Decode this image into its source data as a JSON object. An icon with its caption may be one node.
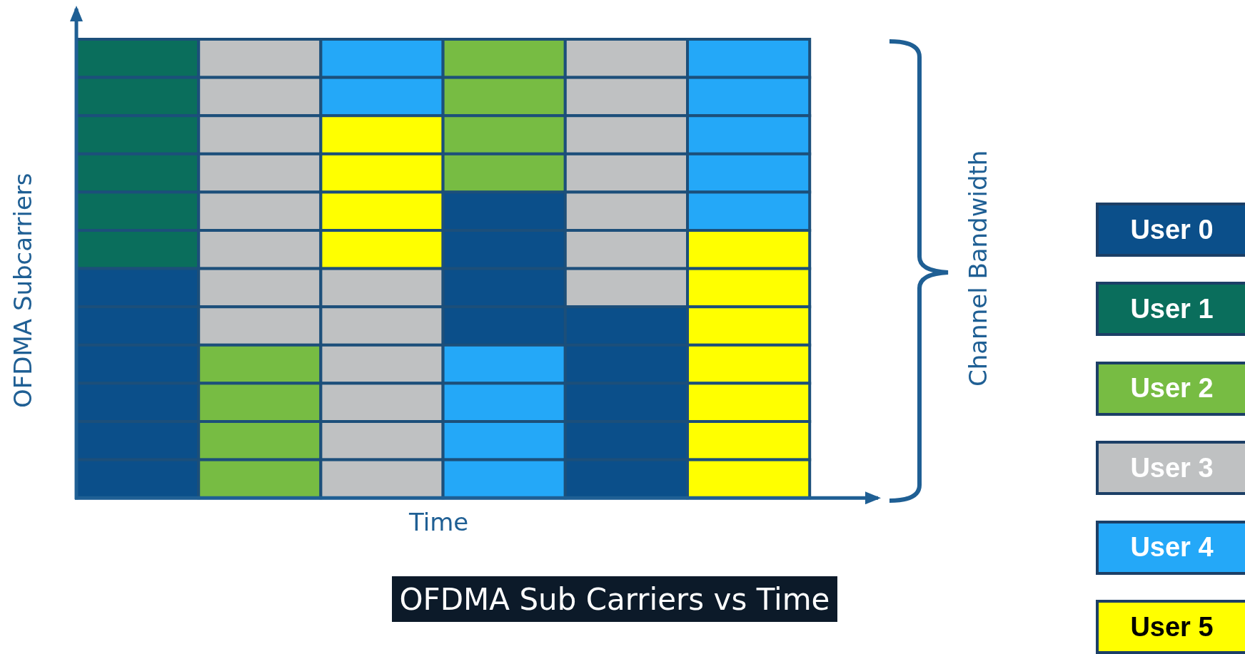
{
  "diagram": {
    "caption": "OFDMA Sub Carriers vs Time",
    "labels": [
      "OFDMA Subcarriers",
      "Time",
      "Channel Bandwidth"
    ],
    "legend": [
      {
        "text": "User 0",
        "color": "#0b4f8a"
      },
      {
        "text": "User 1",
        "color": "#0a6e5c"
      },
      {
        "text": "User 2",
        "color": "#77bc43"
      },
      {
        "text": "User 3",
        "color": "#bfc1c2"
      },
      {
        "text": "User 4",
        "color": "#24a8f8"
      },
      {
        "text": "User 5",
        "color": "#ffff00"
      }
    ]
  }
}
